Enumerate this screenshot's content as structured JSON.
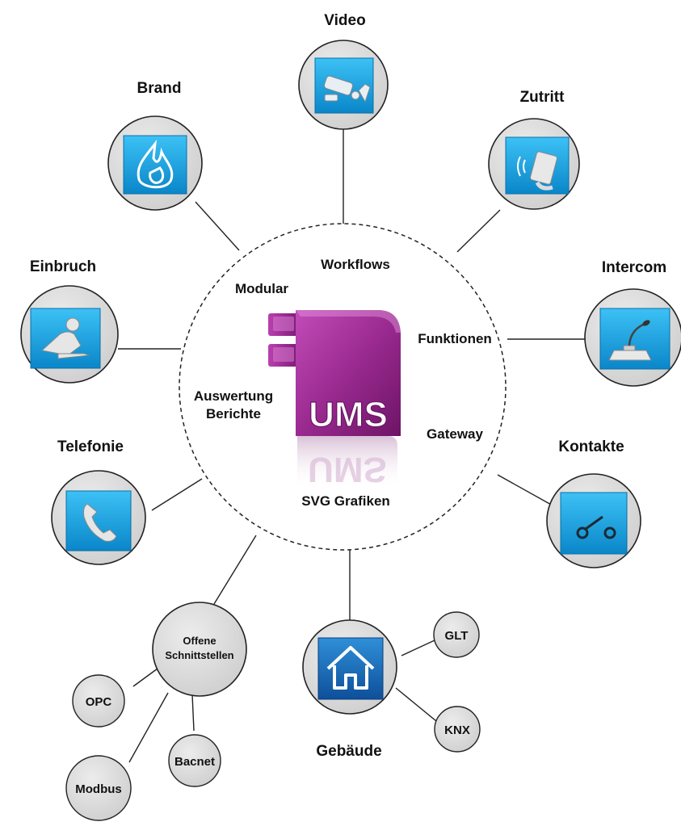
{
  "center": {
    "logo_text": "UMS",
    "features": {
      "workflows": "Workflows",
      "modular": "Modular",
      "funktionen": "Funktionen",
      "auswertung_line1": "Auswertung",
      "auswertung_line2": "Berichte",
      "gateway": "Gateway",
      "svg": "SVG Grafiken"
    }
  },
  "nodes": {
    "video": "Video",
    "brand": "Brand",
    "zutritt": "Zutritt",
    "einbruch": "Einbruch",
    "intercom": "Intercom",
    "telefonie": "Telefonie",
    "kontakte": "Kontakte",
    "gebaeude": "Gebäude",
    "schnittstellen_line1": "Offene",
    "schnittstellen_line2": "Schnittstellen",
    "glt": "GLT",
    "knx": "KNX",
    "opc": "OPC",
    "bacnet": "Bacnet",
    "modbus": "Modbus"
  },
  "colors": {
    "node_fill": "#d9d9d9",
    "tile_blue": "#1aa3e6",
    "logo_purple": "#8e1f84"
  }
}
